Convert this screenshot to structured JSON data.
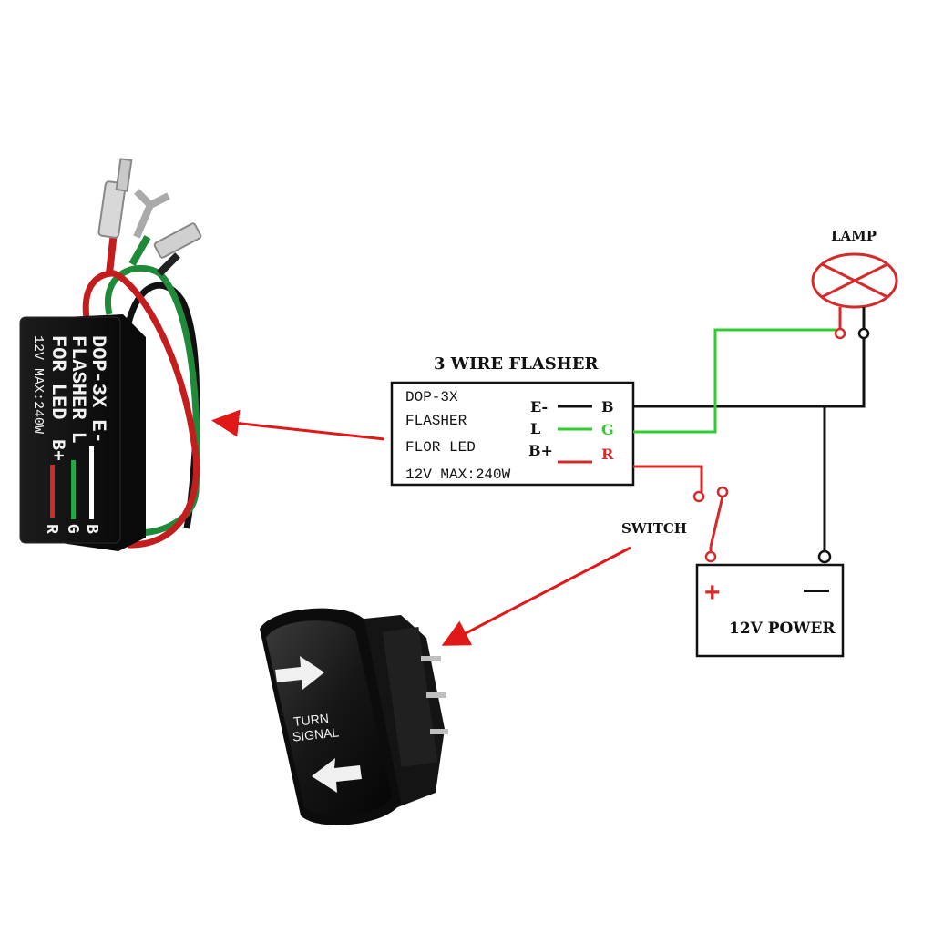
{
  "flasher_box": {
    "title": "3 WIRE FLASHER",
    "line1": "DOP-3X",
    "line2": "FLASHER",
    "line3": "FLOR LED",
    "line4": "12V MAX:240W",
    "terminals": [
      {
        "pin": "E-",
        "code": "B",
        "color": "#111111"
      },
      {
        "pin": "L",
        "code": "G",
        "color": "#2ecc2e"
      },
      {
        "pin": "B+",
        "code": "R",
        "color": "#d42a2a"
      }
    ]
  },
  "lamp": {
    "label": "LAMP"
  },
  "switch": {
    "label": "SWITCH"
  },
  "battery": {
    "label": "12V POWER",
    "plus": "+",
    "minus": "—"
  },
  "module": {
    "line1": "DOP-3X E-",
    "line2": "FLASHER L",
    "line3": "FOR LED",
    "line4": "12V MAX:240W",
    "line5": "B+",
    "mark_b": "B",
    "mark_g": "G",
    "mark_r": "R"
  },
  "rocker": {
    "line1": "TURN",
    "line2": "SIGNAL"
  },
  "colors": {
    "black_wire": "#111111",
    "green_wire": "#22c022",
    "red_wire": "#d42a2a",
    "arrow": "#e01818"
  }
}
